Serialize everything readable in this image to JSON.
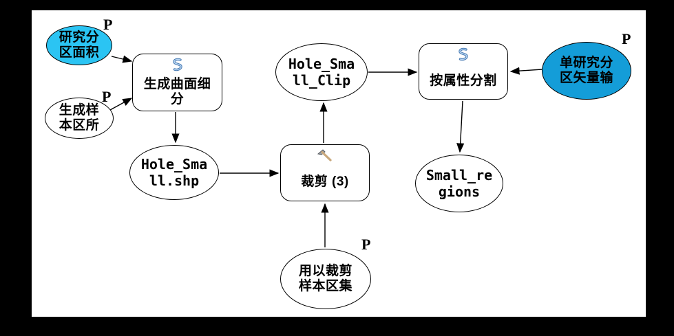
{
  "diagram": {
    "colors": {
      "page_background": "#000000",
      "canvas_background": "#ffffff",
      "node_outline": "#000000",
      "input_param_fill_left": "#2bc4f3",
      "input_param_fill_right": "#149dd8",
      "plain_node_fill": "#ffffff",
      "script_icon_blue": "#4679b2",
      "hammer_handle_tan": "#c9a87c",
      "hammer_head_gray": "#9aa0a6"
    },
    "nodes": {
      "study_area": {
        "label": "研究分\n区面积",
        "param": "P"
      },
      "sample_origin": {
        "label": "生成样\n本区所",
        "param": "P"
      },
      "tessellate_tool": {
        "label": "生成曲面细\n分"
      },
      "hole_small_shp": {
        "label": "Hole_Sma\nll.shp"
      },
      "clip_tool": {
        "label": "裁剪 (3)"
      },
      "hole_small_clip": {
        "label": "Hole_Sma\nll_Clip"
      },
      "split_by_attributes_tool": {
        "label": "按属性分割"
      },
      "single_region_vector": {
        "label": "单研究分\n区矢量输",
        "param": "P"
      },
      "small_regions": {
        "label": "Small_re\ngions"
      },
      "clip_sample_set": {
        "label": "用以裁剪\n样本区集",
        "param": "P"
      }
    },
    "edges": [
      {
        "from": "study_area",
        "to": "tessellate_tool"
      },
      {
        "from": "sample_origin",
        "to": "tessellate_tool"
      },
      {
        "from": "tessellate_tool",
        "to": "hole_small_shp"
      },
      {
        "from": "hole_small_shp",
        "to": "clip_tool"
      },
      {
        "from": "clip_sample_set",
        "to": "clip_tool"
      },
      {
        "from": "clip_tool",
        "to": "hole_small_clip"
      },
      {
        "from": "hole_small_clip",
        "to": "split_by_attributes_tool"
      },
      {
        "from": "single_region_vector",
        "to": "split_by_attributes_tool"
      },
      {
        "from": "split_by_attributes_tool",
        "to": "small_regions"
      }
    ]
  }
}
